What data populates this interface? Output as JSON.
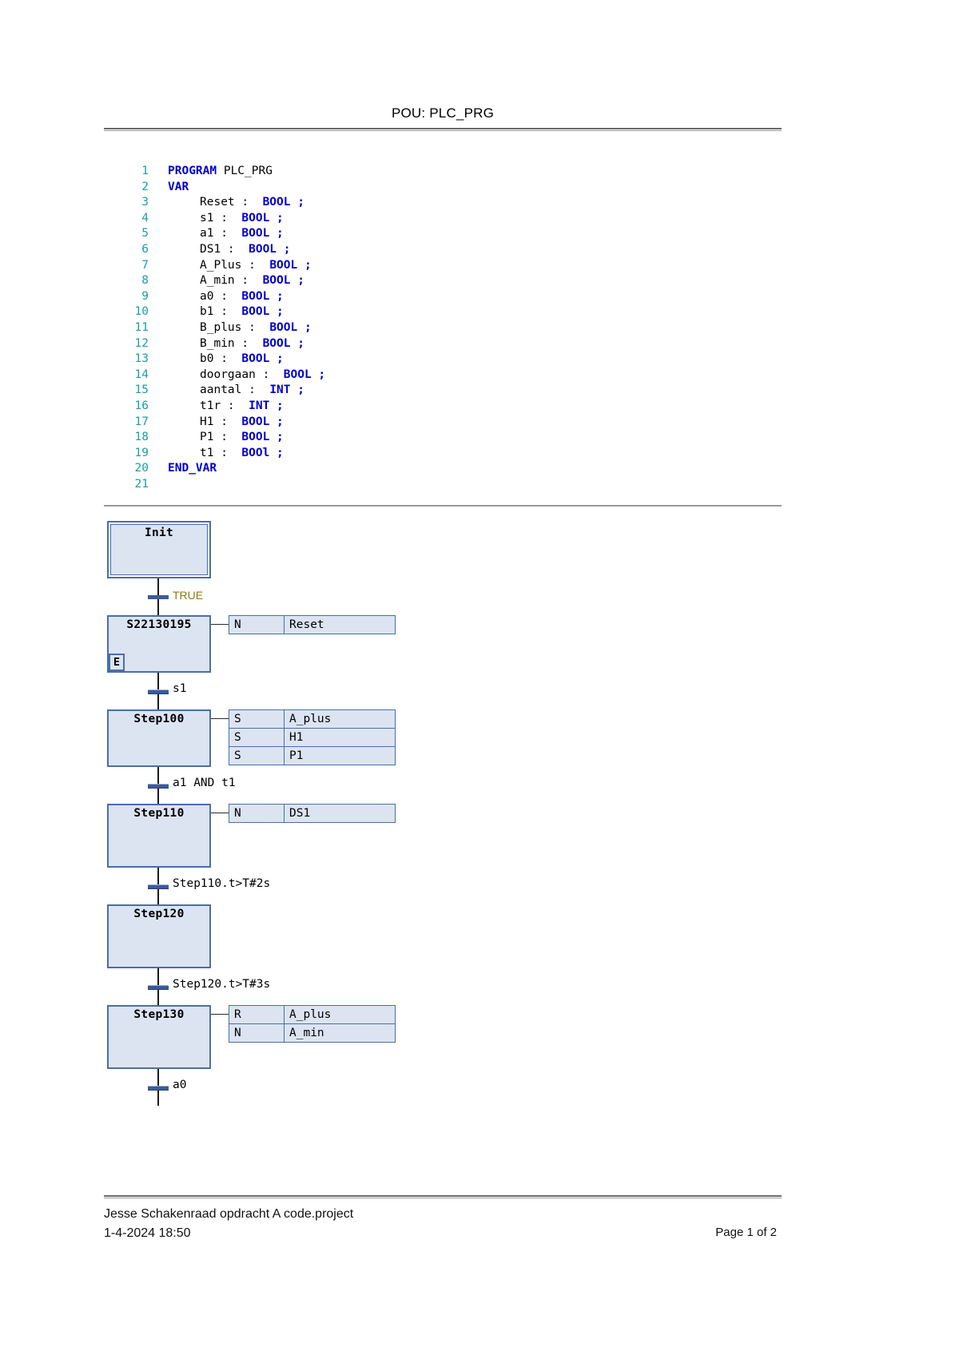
{
  "header": {
    "title": "POU: PLC_PRG"
  },
  "code": {
    "lines": [
      {
        "n": "1",
        "indent": 0,
        "tokens": [
          {
            "t": "PROGRAM",
            "c": "kw"
          },
          {
            "t": " PLC_PRG",
            "c": ""
          }
        ]
      },
      {
        "n": "2",
        "indent": 0,
        "tokens": [
          {
            "t": "VAR",
            "c": "kw"
          }
        ]
      },
      {
        "n": "3",
        "indent": 1,
        "tokens": [
          {
            "t": "Reset :  ",
            "c": ""
          },
          {
            "t": "BOOL ;",
            "c": "ty"
          }
        ]
      },
      {
        "n": "4",
        "indent": 1,
        "tokens": [
          {
            "t": "s1 :  ",
            "c": ""
          },
          {
            "t": "BOOL ;",
            "c": "ty"
          }
        ]
      },
      {
        "n": "5",
        "indent": 1,
        "tokens": [
          {
            "t": "a1 :  ",
            "c": ""
          },
          {
            "t": "BOOL ;",
            "c": "ty"
          }
        ]
      },
      {
        "n": "6",
        "indent": 1,
        "tokens": [
          {
            "t": "DS1 :  ",
            "c": ""
          },
          {
            "t": "BOOL ;",
            "c": "ty"
          }
        ]
      },
      {
        "n": "7",
        "indent": 1,
        "tokens": [
          {
            "t": "A_Plus :  ",
            "c": ""
          },
          {
            "t": "BOOL ;",
            "c": "ty"
          }
        ]
      },
      {
        "n": "8",
        "indent": 1,
        "tokens": [
          {
            "t": "A_min :  ",
            "c": ""
          },
          {
            "t": "BOOL ;",
            "c": "ty"
          }
        ]
      },
      {
        "n": "9",
        "indent": 1,
        "tokens": [
          {
            "t": "a0 :  ",
            "c": ""
          },
          {
            "t": "BOOL ;",
            "c": "ty"
          }
        ]
      },
      {
        "n": "10",
        "indent": 1,
        "tokens": [
          {
            "t": "b1 :  ",
            "c": ""
          },
          {
            "t": "BOOL ;",
            "c": "ty"
          }
        ]
      },
      {
        "n": "11",
        "indent": 1,
        "tokens": [
          {
            "t": "B_plus :  ",
            "c": ""
          },
          {
            "t": "BOOL ;",
            "c": "ty"
          }
        ]
      },
      {
        "n": "12",
        "indent": 1,
        "tokens": [
          {
            "t": "B_min :  ",
            "c": ""
          },
          {
            "t": "BOOL ;",
            "c": "ty"
          }
        ]
      },
      {
        "n": "13",
        "indent": 1,
        "tokens": [
          {
            "t": "b0 :  ",
            "c": ""
          },
          {
            "t": "BOOL ;",
            "c": "ty"
          }
        ]
      },
      {
        "n": "14",
        "indent": 1,
        "tokens": [
          {
            "t": "doorgaan :  ",
            "c": ""
          },
          {
            "t": "BOOL ;",
            "c": "ty"
          }
        ]
      },
      {
        "n": "15",
        "indent": 1,
        "tokens": [
          {
            "t": "aantal :  ",
            "c": ""
          },
          {
            "t": "INT ;",
            "c": "ty"
          }
        ]
      },
      {
        "n": "16",
        "indent": 1,
        "tokens": [
          {
            "t": "t1r :  ",
            "c": ""
          },
          {
            "t": "INT ;",
            "c": "ty"
          }
        ]
      },
      {
        "n": "17",
        "indent": 1,
        "tokens": [
          {
            "t": "H1 :  ",
            "c": ""
          },
          {
            "t": "BOOL ;",
            "c": "ty"
          }
        ]
      },
      {
        "n": "18",
        "indent": 1,
        "tokens": [
          {
            "t": "P1 :  ",
            "c": ""
          },
          {
            "t": "BOOL ;",
            "c": "ty"
          }
        ]
      },
      {
        "n": "19",
        "indent": 1,
        "tokens": [
          {
            "t": "t1 :  ",
            "c": ""
          },
          {
            "t": "BOOl ;",
            "c": "ty"
          }
        ]
      },
      {
        "n": "20",
        "indent": 0,
        "tokens": [
          {
            "t": "END_VAR",
            "c": "kw"
          }
        ]
      },
      {
        "n": "21",
        "indent": 0,
        "tokens": []
      }
    ]
  },
  "sfc": {
    "elements": [
      {
        "kind": "step",
        "name": "Init",
        "initial": true,
        "height": 72,
        "flag": null,
        "actions": []
      },
      {
        "kind": "transition",
        "label": "TRUE",
        "style": "true"
      },
      {
        "kind": "step",
        "name": "S22130195",
        "initial": false,
        "height": 72,
        "flag": "E",
        "actions": [
          {
            "qualifier": "N",
            "action": "Reset"
          }
        ]
      },
      {
        "kind": "transition",
        "label": "s1",
        "style": "normal"
      },
      {
        "kind": "step",
        "name": "Step100",
        "initial": false,
        "height": 72,
        "flag": null,
        "actions": [
          {
            "qualifier": "S",
            "action": "A_plus"
          },
          {
            "qualifier": "S",
            "action": "H1"
          },
          {
            "qualifier": "S",
            "action": "P1"
          }
        ]
      },
      {
        "kind": "transition",
        "label": "a1 AND t1",
        "style": "normal"
      },
      {
        "kind": "step",
        "name": "Step110",
        "initial": false,
        "height": 80,
        "flag": null,
        "actions": [
          {
            "qualifier": "N",
            "action": "DS1"
          }
        ]
      },
      {
        "kind": "transition",
        "label": "Step110.t>T#2s",
        "style": "normal"
      },
      {
        "kind": "step",
        "name": "Step120",
        "initial": false,
        "height": 80,
        "flag": null,
        "actions": []
      },
      {
        "kind": "transition",
        "label": "Step120.t>T#3s",
        "style": "normal"
      },
      {
        "kind": "step",
        "name": "Step130",
        "initial": false,
        "height": 80,
        "flag": null,
        "actions": [
          {
            "qualifier": "R",
            "action": "A_plus"
          },
          {
            "qualifier": "N",
            "action": "A_min"
          }
        ]
      },
      {
        "kind": "transition",
        "label": "a0",
        "style": "normal"
      }
    ]
  },
  "footer": {
    "project": "Jesse Schakenraad opdracht A code.project",
    "timestamp": "1-4-2024 18:50",
    "page": "Page 1 of 2"
  },
  "colors": {
    "step_fill": "#dce4f2",
    "step_border": "#4a6ea9",
    "keyword": "#0000cc",
    "line_number": "#1c9e9e",
    "true_label": "#8a7a19"
  }
}
